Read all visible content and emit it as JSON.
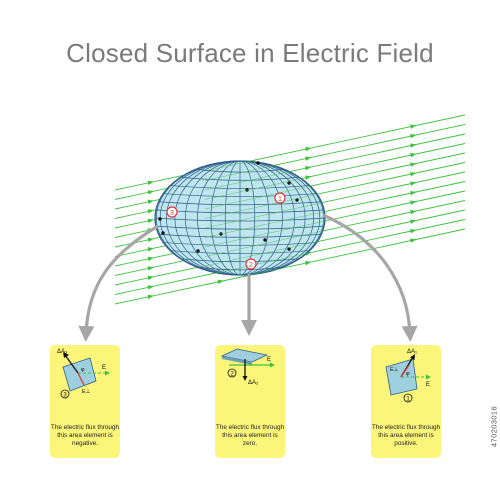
{
  "title": "Closed Surface in Electric Field",
  "colors": {
    "field_line": "#3fc23f",
    "surface_fill": "#bfe6ee",
    "surface_grid": "#2e5f8a",
    "card_bg": "#fbf57a",
    "arrow": "#a6a6a6",
    "marker": "#d8393a",
    "element": "#9ecfdf"
  },
  "surface_labels": [
    "1",
    "2",
    "3"
  ],
  "cards": [
    {
      "area_label": "ΔA₃",
      "field_label": "E",
      "component_label": "E⊥",
      "angle_label": "φ",
      "number": "3",
      "caption": [
        "The electric flux through",
        "this area element is",
        "negative."
      ]
    },
    {
      "area_label": "ΔA₂",
      "field_label": "E",
      "number": "2",
      "caption": [
        "The electric flux through",
        "this area element is",
        "zero."
      ]
    },
    {
      "area_label": "ΔA₁",
      "field_label": "E",
      "component_label": "E⊥",
      "angle_label": "φ",
      "number": "1",
      "caption": [
        "The electric flux through",
        "this area element is",
        "positive."
      ]
    }
  ],
  "side_code": "470203016"
}
